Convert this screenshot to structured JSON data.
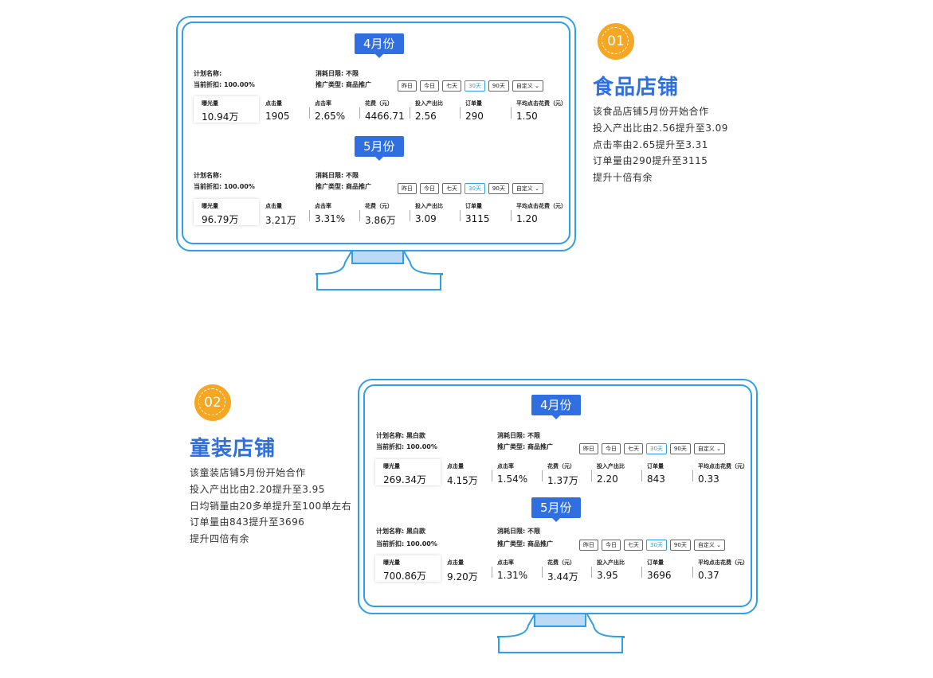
{
  "colors": {
    "accent_blue": "#2f6fe0",
    "frame_blue": "#2e9fe8",
    "badge_orange": "#f5a623",
    "stand_fill": "#bcd9f5"
  },
  "labels": {
    "plan_name": "计划名称:",
    "discount": "当前折扣: 100.00%",
    "consume_date": "消耗日限: 不限",
    "promo_type": "推广类型: 商品推广"
  },
  "buttons": [
    "昨日",
    "今日",
    "七天",
    "30天",
    "90天",
    "自定义 ⌄"
  ],
  "metric_labels": [
    "曝光量",
    "点击量",
    "点击率",
    "花费（元）",
    "投入产出比",
    "订单量",
    "平均点击花费（元）"
  ],
  "cases": [
    {
      "badge": "01",
      "title": "食品店铺",
      "lines": [
        "该食品店铺5月份开始合作",
        "投入产出比由2.56提升至3.09",
        "点击率由2.65提升至3.31",
        "订单量由290提升至3115",
        "提升十倍有余"
      ],
      "plan_name_value": "",
      "panels": [
        {
          "month": "4月份",
          "values": [
            "10.94万",
            "1905",
            "2.65%",
            "4466.71",
            "2.56",
            "290",
            "1.50"
          ]
        },
        {
          "month": "5月份",
          "values": [
            "96.79万",
            "3.21万",
            "3.31%",
            "3.86万",
            "3.09",
            "3115",
            "1.20"
          ]
        }
      ]
    },
    {
      "badge": "02",
      "title": "童装店铺",
      "lines": [
        "该童装店铺5月份开始合作",
        "投入产出比由2.20提升至3.95",
        "日均销量由20多单提升至100单左右",
        "订单量由843提升至3696",
        "提升四倍有余"
      ],
      "plan_name_value": "黑白款",
      "panels": [
        {
          "month": "4月份",
          "values": [
            "269.34万",
            "4.15万",
            "1.54%",
            "1.37万",
            "2.20",
            "843",
            "0.33"
          ]
        },
        {
          "month": "5月份",
          "values": [
            "700.86万",
            "9.20万",
            "1.31%",
            "3.44万",
            "3.95",
            "3696",
            "0.37"
          ]
        }
      ]
    }
  ]
}
